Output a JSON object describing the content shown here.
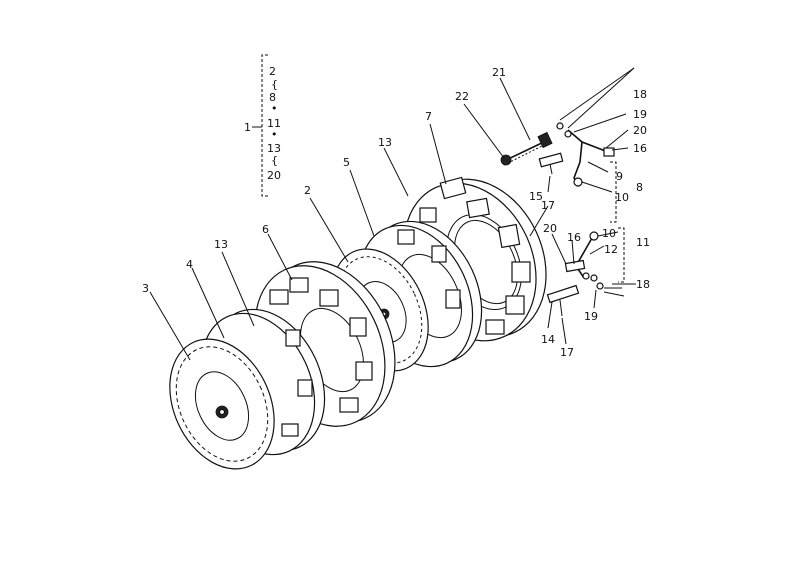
{
  "bracket_group": {
    "label": "1",
    "entries": [
      "2",
      "8",
      "11",
      "13",
      "20"
    ],
    "range_symbol": "{",
    "dot_symbol": "•"
  },
  "callouts": {
    "c2": "2",
    "c3": "3",
    "c4": "4",
    "c5": "5",
    "c6": "6",
    "c7": "7",
    "c8": "8",
    "c9": "9",
    "c10a": "10",
    "c10b": "10",
    "c11": "11",
    "c12": "12",
    "c13a": "13",
    "c13b": "13",
    "c14": "14",
    "c15": "15",
    "c16a": "16",
    "c16b": "16",
    "c17a": "17",
    "c17b": "17",
    "c18a": "18",
    "c18b": "18",
    "c19a": "19",
    "c19b": "19",
    "c20a": "20",
    "c20b": "20",
    "c21": "21",
    "c22": "22"
  }
}
